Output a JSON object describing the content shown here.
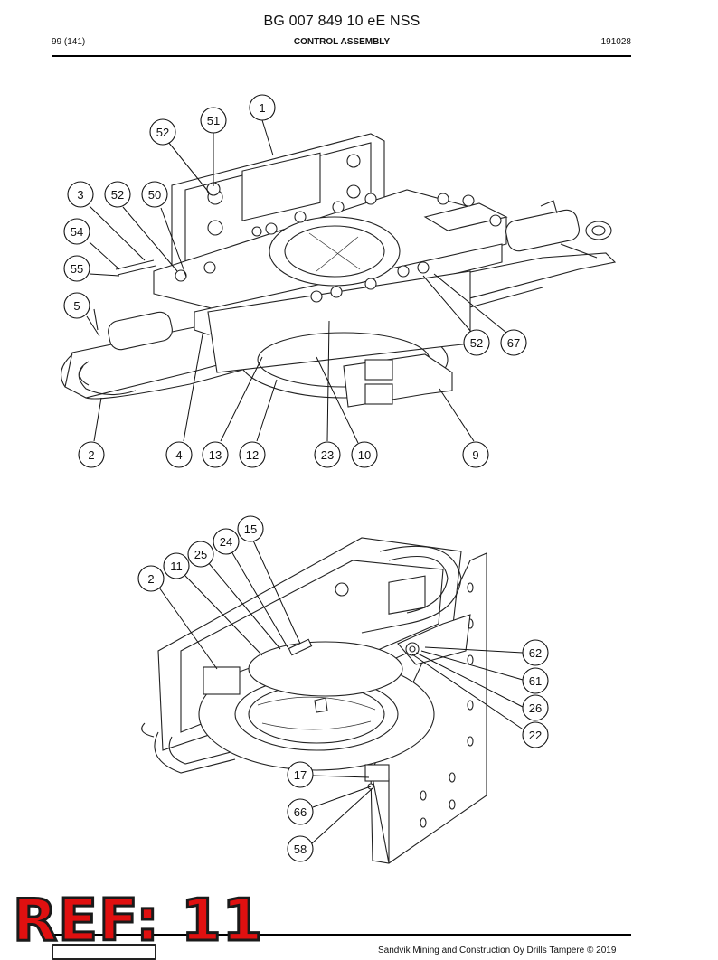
{
  "header": {
    "title": "BG 007 849 10 eE NSS",
    "page": "99 (141)",
    "section": "CONTROL ASSEMBLY",
    "code": "191028"
  },
  "figure_top": {
    "callouts": [
      "1",
      "51",
      "52",
      "3",
      "52",
      "50",
      "54",
      "55",
      "5",
      "52",
      "67",
      "2",
      "4",
      "13",
      "12",
      "23",
      "10",
      "9"
    ]
  },
  "figure_bottom": {
    "callouts": [
      "15",
      "24",
      "25",
      "11",
      "2",
      "62",
      "61",
      "26",
      "22",
      "17",
      "66",
      "58"
    ]
  },
  "footer": {
    "text": "Sandvik Mining and Construction Oy Drills Tampere © 2019",
    "stamp": "REF: 11"
  }
}
